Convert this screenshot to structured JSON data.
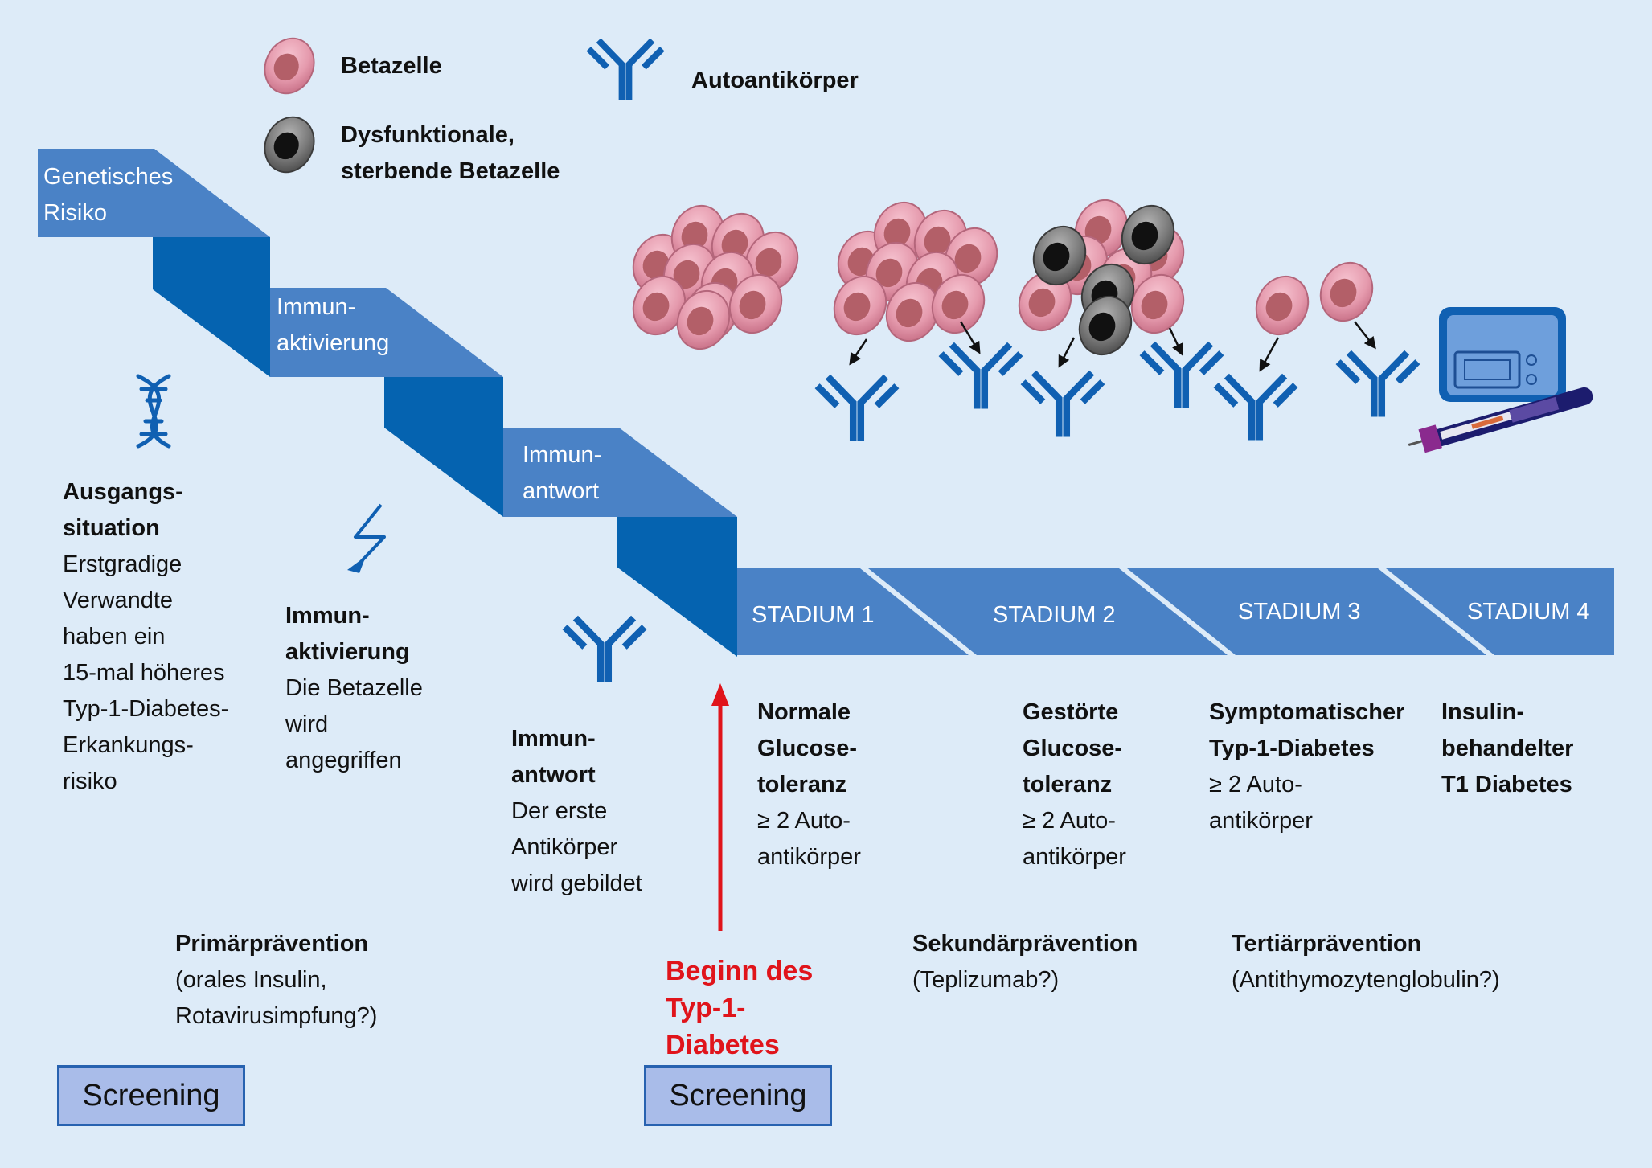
{
  "legend": {
    "beta_cell": "Betazelle",
    "autoantibody": "Autoantikörper",
    "dysfunctional_line1": "Dysfunktionale,",
    "dysfunctional_line2": "sterbende Betazelle"
  },
  "steps": [
    {
      "line1": "Genetisches",
      "line2": "Risiko"
    },
    {
      "line1": "Immun-",
      "line2": "aktivierung"
    },
    {
      "line1": "Immun-",
      "line2": "antwort"
    }
  ],
  "stages": [
    "STADIUM 1",
    "STADIUM 2",
    "STADIUM 3",
    "STADIUM 4"
  ],
  "descriptions": {
    "ausgang": {
      "title1": "Ausgangs-",
      "title2": "situation",
      "lines": [
        "Erstgradige",
        "Verwandte",
        "haben ein",
        "15-mal höheres",
        "Typ-1-Diabetes-",
        "Erkankungs-",
        "risiko"
      ]
    },
    "aktivierung": {
      "title1": "Immun-",
      "title2": "aktivierung",
      "lines": [
        "Die Betazelle",
        "wird",
        "angegriffen"
      ]
    },
    "antwort": {
      "title1": "Immun-",
      "title2": "antwort",
      "lines": [
        "Der erste",
        "Antikörper",
        "wird gebildet"
      ]
    },
    "stadium1": {
      "title1": "Normale",
      "title2": "Glucose-",
      "title3": "toleranz",
      "lines": [
        "≥  2 Auto-",
        "antikörper"
      ]
    },
    "stadium2": {
      "title1": "Gestörte",
      "title2": "Glucose-",
      "title3": "toleranz",
      "lines": [
        "≥  2 Auto-",
        "antikörper"
      ]
    },
    "stadium3": {
      "title1": "Symptomatischer",
      "title2": "Typ-1-Diabetes",
      "lines": [
        "≥  2 Auto-",
        "antikörper"
      ]
    },
    "stadium4": {
      "title1": "Insulin-",
      "title2": "behandelter",
      "title3": "T1 Diabetes"
    }
  },
  "prevention": {
    "primary": {
      "title": "Primärprävention",
      "lines": [
        "(orales Insulin,",
        "Rotavirusimpfung?)"
      ]
    },
    "secondary": {
      "title": "Sekundärprävention",
      "lines": [
        "(Teplizumab?)"
      ]
    },
    "tertiary": {
      "title": "Tertiärprävention",
      "lines": [
        "(Antithymozytenglobulin?)"
      ]
    }
  },
  "onset": {
    "line1": "Beginn des",
    "line2": "Typ-1-",
    "line3": "Diabetes"
  },
  "screening": [
    "Screening",
    "Screening"
  ],
  "colors": {
    "background": "#ddebf8",
    "step_light": "#4a82c6",
    "step_dark": "#0563b0",
    "antibody": "#1060b2",
    "beta_cell": "#e49aac",
    "beta_nucleus": "#b35f68",
    "dead_cell": "#5a5a5a",
    "onset_red": "#e0141b",
    "screening_box": "#a9bce9"
  },
  "icons": [
    "dna-icon",
    "lightning-icon",
    "antibody-icon",
    "beta-cell-icon",
    "dysfunctional-cell-icon",
    "insulin-pump-icon",
    "insulin-pen-icon"
  ]
}
